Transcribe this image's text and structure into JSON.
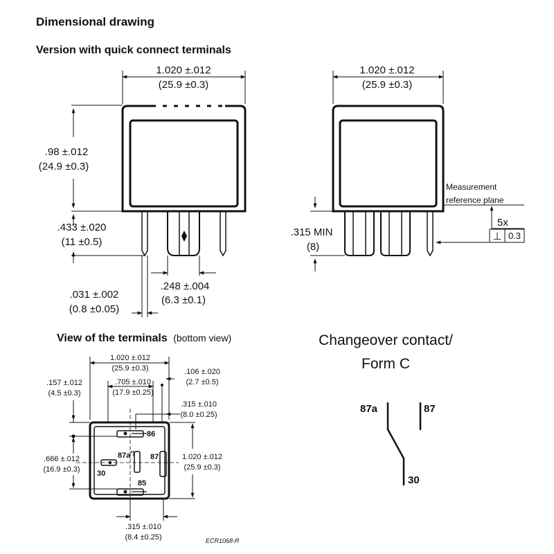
{
  "headings": {
    "title": "Dimensional drawing",
    "subtitle": "Version with quick connect terminals",
    "terminals_bold": "View of the terminals",
    "terminals_normal": "(bottom view)"
  },
  "side_view": {
    "width_in": "1.020 ±.012",
    "width_mm": "(25.9 ±0.3)",
    "height_in": ".98 ±.012",
    "height_mm": "(24.9 ±0.3)",
    "pin_len_in": ".433 ±.020",
    "pin_len_mm": "(11 ±0.5)",
    "pin_w_in": ".248 ±.004",
    "pin_w_mm": "(6.3 ±0.1)",
    "pin_t_in": ".031 ±.002",
    "pin_t_mm": "(0.8 ±0.05)"
  },
  "front_view": {
    "width_in": "1.020 ±.012",
    "width_mm": "(25.9 ±0.3)",
    "min_in": ".315 MIN",
    "min_mm": "(8)",
    "ref_line1": "Measurement",
    "ref_line2": "reference plane",
    "count": "5x",
    "perp_symbol": "⊥",
    "tolerance": "0.3"
  },
  "bottom_view": {
    "top_in": "1.020 ±.012",
    "top_mm": "(25.9 ±0.3)",
    "right_gap_in": ".106 ±.020",
    "right_gap_mm": "(2.7 ±0.5)",
    "left_off_in": ".157 ±.012",
    "left_off_mm": "(4.5 ±0.3)",
    "inner_in": ".705 ±.010",
    "inner_mm": "(17.9 ±0.25)",
    "pin_off_in": ".315 ±.010",
    "pin_off_mm": "(8.0 ±0.25)",
    "left_h_in": ".666 ±.012",
    "left_h_mm": "(16.9 ±0.3)",
    "right_h_in": "1.020 ±.012",
    "right_h_mm": "(25.9 ±0.3)",
    "bottom_in": ".315 ±.010",
    "bottom_mm": "(8.4 ±0.25)",
    "pin_86": "86",
    "pin_87a": "87a",
    "pin_87a_sup": "*)",
    "pin_87": "87",
    "pin_30": "30",
    "pin_85": "85",
    "drawing_code": "ECR1068-R"
  },
  "contact": {
    "title_line1": "Changeover contact/",
    "title_line2": "Form C",
    "label_87a": "87a",
    "label_87": "87",
    "label_30": "30"
  }
}
